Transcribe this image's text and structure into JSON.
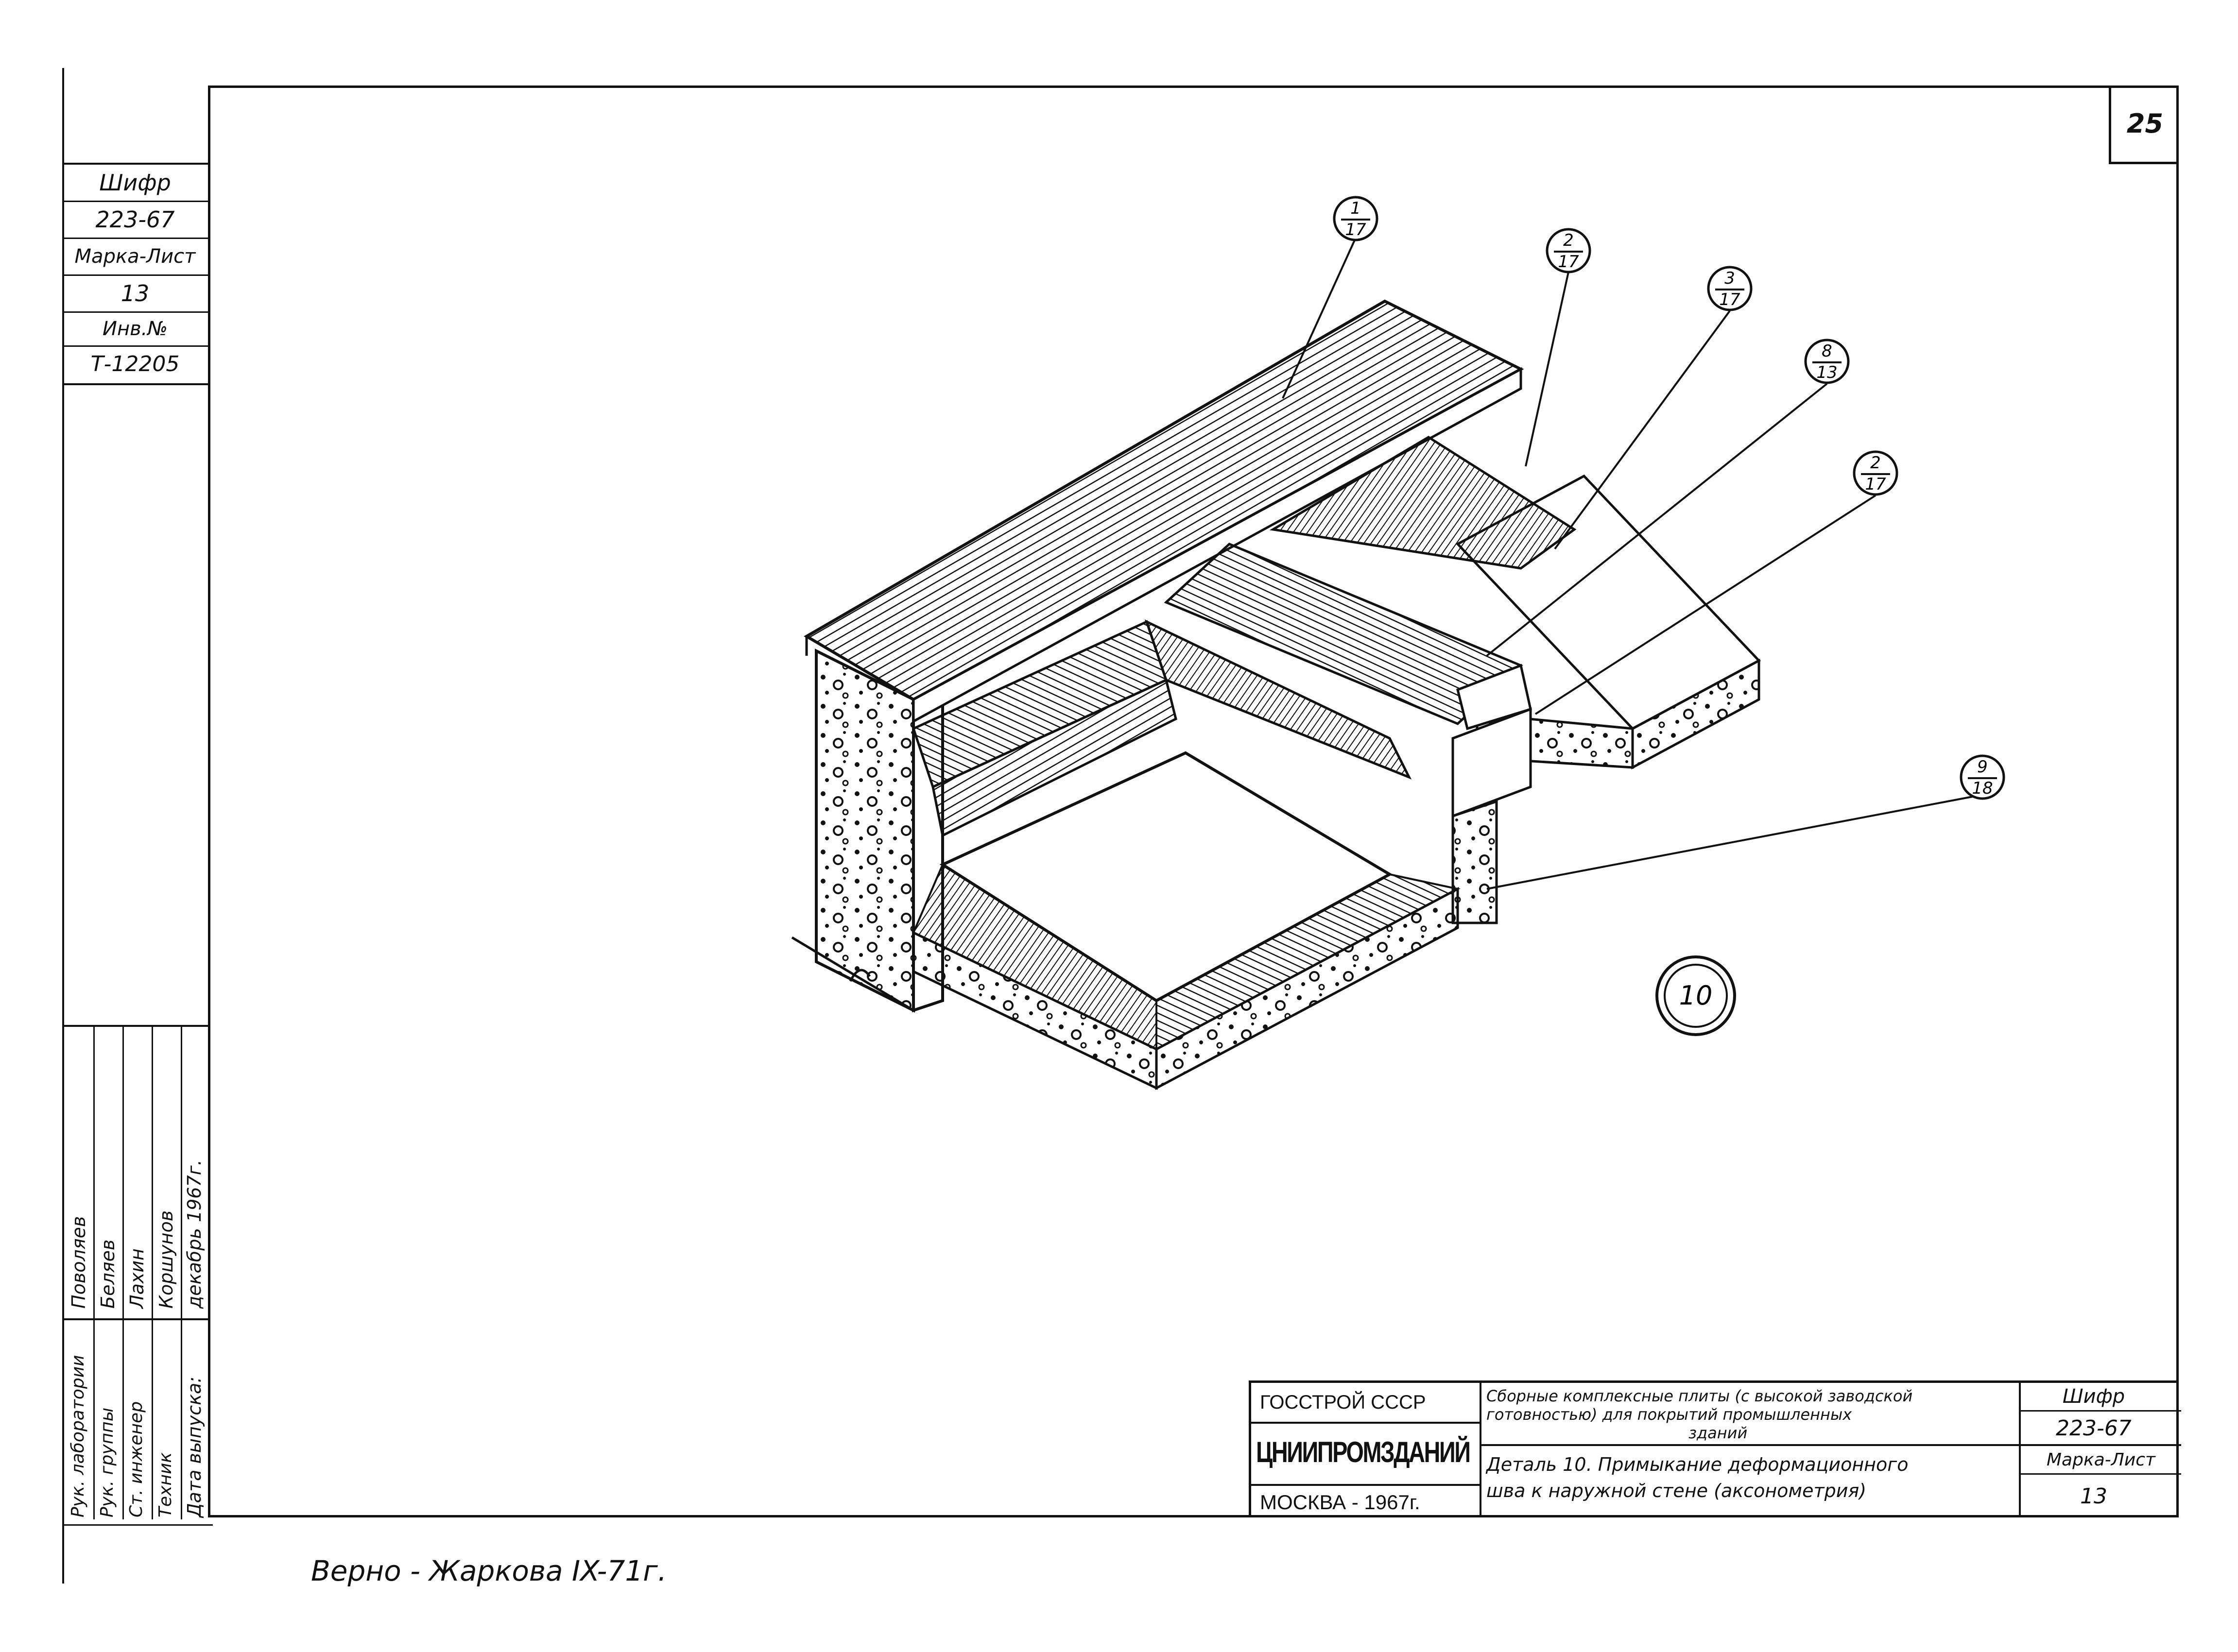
{
  "sheet": {
    "number": "25",
    "detail_mark": "10"
  },
  "side_stamp": {
    "rows": [
      {
        "label": "Шифр",
        "value": "223-67"
      },
      {
        "label": "Марка-Лист",
        "value": "13"
      },
      {
        "label": "Инв.№",
        "value": "Т-12205"
      }
    ]
  },
  "signatures": {
    "roles": [
      "Рук. лаборатории",
      "Рук. группы",
      "Ст. инженер",
      "Техник",
      "Дата выпуска:"
    ],
    "names": [
      "Поволяев",
      "Беляев",
      "Лахин",
      "Коршунов",
      "декабрь 1967г."
    ]
  },
  "callouts": [
    {
      "num": "1",
      "den": "17"
    },
    {
      "num": "2",
      "den": "17"
    },
    {
      "num": "3",
      "den": "17"
    },
    {
      "num": "8",
      "den": "13"
    },
    {
      "num": "2",
      "den": "17"
    },
    {
      "num": "9",
      "den": "18"
    }
  ],
  "title_block": {
    "org_line1": "ГОССТРОЙ СССР",
    "org_line2": "ЦНИИПРОМЗДАНИЙ",
    "org_line3": "МОСКВА - 1967г.",
    "title_line1": "Сборные комплексные плиты (с высокой заводской",
    "title_line2": "готовностью) для покрытий промышленных",
    "title_line3": "зданий",
    "detail_line1": "Деталь 10. Примыкание деформационного",
    "detail_line2": "шва к наружной стене (аксонометрия)",
    "code_label": "Шифр",
    "code_value": "223-67",
    "sheet_label": "Марка-Лист",
    "sheet_value": "13"
  },
  "footer_note": "Верно - Жаркова IX-71г."
}
